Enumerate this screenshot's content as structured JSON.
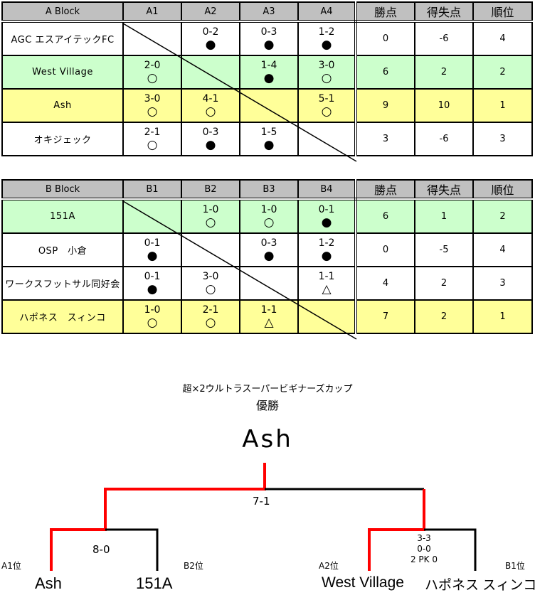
{
  "block_a": {
    "header": [
      "A Block",
      "A1",
      "A2",
      "A3",
      "A4",
      "勝点",
      "得失点",
      "順位"
    ],
    "rows": [
      {
        "team": "AGC エスアイテックFC",
        "highlight": "white",
        "cells": [
          null,
          {
            "score": "0-2",
            "mark": "●"
          },
          {
            "score": "0-3",
            "mark": "●"
          },
          {
            "score": "1-2",
            "mark": "●"
          }
        ],
        "points": "0",
        "goal_diff": "-6",
        "rank": "4"
      },
      {
        "team": "West Village",
        "highlight": "green",
        "cells": [
          {
            "score": "2-0",
            "mark": "○"
          },
          null,
          {
            "score": "1-4",
            "mark": "●"
          },
          {
            "score": "3-0",
            "mark": "○"
          }
        ],
        "points": "6",
        "goal_diff": "2",
        "rank": "2"
      },
      {
        "team": "Ash",
        "highlight": "yellow",
        "cells": [
          {
            "score": "3-0",
            "mark": "○"
          },
          {
            "score": "4-1",
            "mark": "○"
          },
          null,
          {
            "score": "5-1",
            "mark": "○"
          }
        ],
        "points": "9",
        "goal_diff": "10",
        "rank": "1"
      },
      {
        "team": "オキジェック",
        "highlight": "white",
        "cells": [
          {
            "score": "2-1",
            "mark": "○"
          },
          {
            "score": "0-3",
            "mark": "●"
          },
          {
            "score": "1-5",
            "mark": "●"
          },
          null
        ],
        "points": "3",
        "goal_diff": "-6",
        "rank": "3"
      }
    ]
  },
  "block_b": {
    "header": [
      "B Block",
      "B1",
      "B2",
      "B3",
      "B4",
      "勝点",
      "得失点",
      "順位"
    ],
    "rows": [
      {
        "team": "151A",
        "highlight": "green",
        "cells": [
          null,
          {
            "score": "1-0",
            "mark": "○"
          },
          {
            "score": "1-0",
            "mark": "○"
          },
          {
            "score": "0-1",
            "mark": "●"
          }
        ],
        "points": "6",
        "goal_diff": "1",
        "rank": "2"
      },
      {
        "team": "OSP　小倉",
        "highlight": "white",
        "cells": [
          {
            "score": "0-1",
            "mark": "●"
          },
          null,
          {
            "score": "0-3",
            "mark": "●"
          },
          {
            "score": "1-2",
            "mark": "●"
          }
        ],
        "points": "0",
        "goal_diff": "-5",
        "rank": "4"
      },
      {
        "team": "ワークスフットサル同好会",
        "highlight": "white",
        "cells": [
          {
            "score": "0-1",
            "mark": "●"
          },
          {
            "score": "3-0",
            "mark": "○"
          },
          null,
          {
            "score": "1-1",
            "mark": "△"
          }
        ],
        "points": "4",
        "goal_diff": "2",
        "rank": "3"
      },
      {
        "team": "ハポネス　スィンコ",
        "highlight": "yellow",
        "cells": [
          {
            "score": "1-0",
            "mark": "○"
          },
          {
            "score": "2-1",
            "mark": "○"
          },
          {
            "score": "1-1",
            "mark": "△"
          },
          null
        ],
        "points": "7",
        "goal_diff": "2",
        "rank": "1"
      }
    ]
  },
  "tournament": {
    "cup_name": "超×2ウルトラスーパービギナーズカップ",
    "champion_label": "優勝",
    "champion": "Ash",
    "final_score": "7-1",
    "semi1": {
      "left_seed": "A1位",
      "left_team": "Ash",
      "right_seed": "B2位",
      "right_team": "151A",
      "score": "8-0"
    },
    "semi2": {
      "left_seed": "A2位",
      "left_team": "West Village",
      "right_seed": "B1位",
      "right_team": "ハポネス スィンコ",
      "score_lines": [
        "3-3",
        "0-0",
        "2 PK 0"
      ]
    },
    "colors": {
      "winner_path": "#ff0000",
      "loser_path": "#000000"
    }
  },
  "colors": {
    "header_bg": "#c0c0c0",
    "green_row": "#ccffcc",
    "yellow_row": "#ffff99"
  }
}
